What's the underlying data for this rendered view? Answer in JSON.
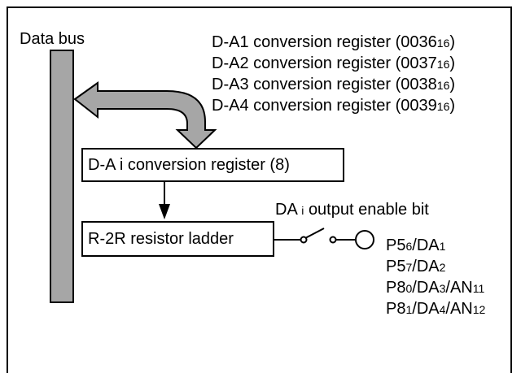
{
  "diagram": {
    "data_bus_label": "Data bus",
    "registers": [
      {
        "name": "D-A1 conversion register (0036",
        "sub": "16",
        "close": ")"
      },
      {
        "name": "D-A2 conversion register (0037",
        "sub": "16",
        "close": ")"
      },
      {
        "name": "D-A3 conversion register (0038",
        "sub": "16",
        "close": ")"
      },
      {
        "name": "D-A4 conversion register (0039",
        "sub": "16",
        "close": ")"
      }
    ],
    "da_register_box": "D-A i conversion register (8)",
    "ladder_box": "R-2R resistor ladder",
    "enable_bit": {
      "pre": "DA",
      "i": "i",
      "post": "output enable bit"
    },
    "pins": [
      [
        {
          "t": "P5"
        },
        {
          "s": "6"
        },
        {
          "t": "/DA"
        },
        {
          "s": "1"
        }
      ],
      [
        {
          "t": "P5"
        },
        {
          "s": "7"
        },
        {
          "t": "/DA"
        },
        {
          "s": "2"
        }
      ],
      [
        {
          "t": "P8"
        },
        {
          "s": "0"
        },
        {
          "t": "/DA"
        },
        {
          "s": "3"
        },
        {
          "t": "/AN"
        },
        {
          "s": "11"
        }
      ],
      [
        {
          "t": "P8"
        },
        {
          "s": "1"
        },
        {
          "t": "/DA"
        },
        {
          "s": "4"
        },
        {
          "t": "/AN"
        },
        {
          "s": "12"
        }
      ]
    ]
  },
  "colors": {
    "bus_fill": "#a6a6a6",
    "line": "#000000",
    "background": "#ffffff"
  }
}
